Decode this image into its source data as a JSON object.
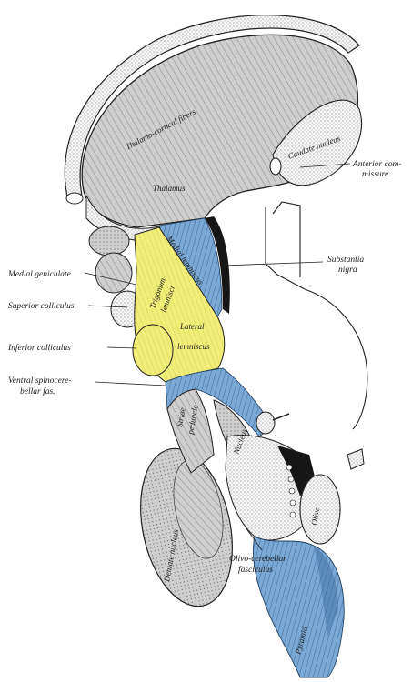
{
  "labels": {
    "anterior_commissure": [
      "Anterior com-",
      "missure"
    ],
    "substantia_nigra": [
      "Substantia",
      "nigra"
    ],
    "medial_geniculate": "Medial geniculate",
    "superior_colliculus": "Superior colliculus",
    "inferior_colliculus": "Inferior colliculus",
    "ventral_spinocerebellar": [
      "Ventral spinocere-",
      "bellar fas."
    ],
    "olivo_cerebellar": [
      "Olivo-cerebellar",
      "fasciculus"
    ]
  },
  "inner_labels": {
    "thalamo_cortical": "Thalamo-cortical fibers",
    "caudate_nucleus": "Caudate nucleus",
    "thalamus": "Thalamus",
    "medial_lemniscus": "Medial lemniscus",
    "lateral_lemniscus": [
      "Lateral",
      "lemniscus"
    ],
    "lemniscus_trigonum": [
      "Trigonum",
      "lemnisci"
    ],
    "striae_peduncle": [
      "Striae",
      "peduncle"
    ],
    "nucleus_gracilis": "Nucleus",
    "olive": "Olive",
    "pyramid": "Pyramid",
    "dentate_nucleus": "Dentate nucleus"
  },
  "colors": {
    "gray": "#cfcfcf",
    "gray_dark": "#9a9a9a",
    "yellow": "#f2ee7a",
    "blue": "#7aa9d6",
    "blue_dark": "#3f6f9f",
    "black": "#161616",
    "outline": "#222222"
  }
}
